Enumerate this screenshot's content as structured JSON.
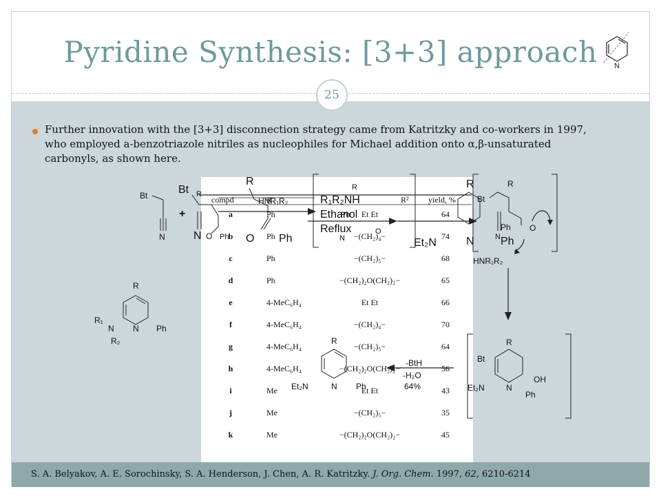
{
  "slide": {
    "title": "Pyridine Synthesis: [3+3] approach",
    "page_number": "25",
    "logo_label": "N",
    "body_lines": [
      "Further innovation with the [3+3] disconnection strategy came from Katritzky and co-workers in 1997,",
      "who employed a-benzotriazole nitriles as nucleophiles for Michael addition onto α,β-unsaturated",
      "carbonyls, as shown here."
    ],
    "citation": {
      "authors": "S. A. Belyakov, A. E. Sorochinsky, S. A. Henderson, J. Chen, A. R. Katritzky. ",
      "journal": "J. Org. Chem.",
      "year": " 1997, ",
      "volume": "62",
      "pages": ", 6210-6214"
    }
  },
  "scheme": {
    "reagent_left": {
      "bt": "Bt",
      "n": "N"
    },
    "plus": "+",
    "enone_old": {
      "r": "R",
      "o": "O",
      "ph": "Ph"
    },
    "enone_new": {
      "bt": "Bt",
      "n": "N",
      "r": "R",
      "o": "O",
      "ph": "Ph",
      "hnr": "HNR₁R₂"
    },
    "conditions": {
      "amine": "R₁R₂NH",
      "solvent": "Ethanol",
      "temp": "Reflux"
    },
    "michael_adduct_old": {
      "r": "R",
      "ph": "Ph",
      "o": "O",
      "n": "N"
    },
    "pyridine_product_top": {
      "r": "R",
      "amine": "Et₂N",
      "n": "N",
      "ph": "Ph"
    },
    "bracket_intermediate": {
      "r": "R",
      "bt": "Bt",
      "ph": "Ph",
      "o": "O",
      "n": "N",
      "amine_label": "HNR₁R₂"
    },
    "cyclized_intermediate": {
      "r": "R",
      "bt": "Bt",
      "amine": "Et₂N",
      "n": "N",
      "oh": "OH",
      "ph": "Ph"
    },
    "elimination": {
      "line1": "-BtH",
      "line2": "-H₂O",
      "yield": "64%"
    },
    "final_pyridine": {
      "r": "R",
      "amine": "Et₂N",
      "n": "N",
      "ph": "Ph"
    },
    "general_pyridine": {
      "r": "R",
      "r1": "R₁",
      "n_amine": "N",
      "r2": "R₂",
      "n_ring": "N",
      "ph": "Ph"
    }
  },
  "table": {
    "headers": {
      "compd": "compd",
      "amine": "HNR₁R₂",
      "r": "R",
      "r2": "R²",
      "yield": "yield, %"
    },
    "rows": [
      {
        "compd": "a",
        "r": "Ph",
        "amine": "Et   Et",
        "yield": "64"
      },
      {
        "compd": "b",
        "r": "Ph",
        "amine": "−(CH₂)₄−",
        "yield": "74"
      },
      {
        "compd": "c",
        "r": "Ph",
        "amine": "−(CH₂)₅−",
        "yield": "68"
      },
      {
        "compd": "d",
        "r": "Ph",
        "amine": "−(CH₂)₂O(CH₂)₂−",
        "yield": "65"
      },
      {
        "compd": "e",
        "r": "4-MeC₆H₄",
        "amine": "Et   Et",
        "yield": "66"
      },
      {
        "compd": "f",
        "r": "4-MeC₆H₄",
        "amine": "−(CH₂)₄−",
        "yield": "70"
      },
      {
        "compd": "g",
        "r": "4-MeC₆H₄",
        "amine": "−(CH₂)₅−",
        "yield": "64"
      },
      {
        "compd": "h",
        "r": "4-MeC₆H₄",
        "amine": "−(CH₂)₂O(CH₂)₂−",
        "yield": "56"
      },
      {
        "compd": "i",
        "r": "Me",
        "amine": "Et   Et",
        "yield": "43"
      },
      {
        "compd": "j",
        "r": "Me",
        "amine": "−(CH₂)₅−",
        "yield": "35"
      },
      {
        "compd": "k",
        "r": "Me",
        "amine": "−(CH₂)₂O(CH₂)₂−",
        "yield": "45"
      }
    ]
  },
  "colors": {
    "title": "#6f9a9b",
    "content_bg": "#ccd7dc",
    "citation_bg": "#8fa9ab",
    "bullet": "#d97e33"
  }
}
